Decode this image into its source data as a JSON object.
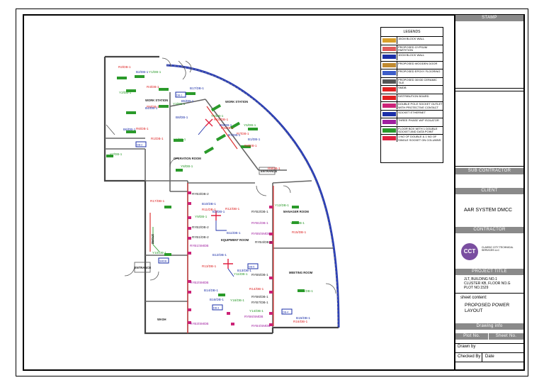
{
  "legend": {
    "title": "LEGENDS",
    "items": [
      {
        "label": "15CM BLOCK WALL",
        "swatch": "#d9a02a"
      },
      {
        "label": "PROPOSED GYPSUM PARTITION",
        "swatch": "#e05a5a"
      },
      {
        "label": "10CM BLOCK WALL",
        "swatch": "#1b2fa8"
      },
      {
        "label": "PROPOSED WOODEN DOOR",
        "swatch": "#c08a30"
      },
      {
        "label": "PROPOSED EPOXY FLOORING",
        "swatch": "#3d5ec9"
      },
      {
        "label": "PROPOSED 30X30 CERAMIC TILE",
        "swatch": "#555555"
      },
      {
        "label": "SMDB",
        "swatch": "#e02020"
      },
      {
        "label": "DISTRIBUTION BOARD",
        "swatch": "#e02020"
      },
      {
        "label": "DOUBLE POLE SOCKET OUTLET WITH PROTECTIVE CONTACT",
        "swatch": "#cc2277"
      },
      {
        "label": "SOCKET ETHERNET",
        "swatch": "#1b2fa8"
      },
      {
        "label": "THREE PHASE W/P ISOLATOR",
        "swatch": "#a020a0"
      },
      {
        "label": "FLOOR BOX WITH 1 DOUBLE SOCKET AND DATA POINT",
        "swatch": "#2a9a2a"
      },
      {
        "label": "1 NO OF DOUBLE & 1 NO OF SINGLE SOCKET ON COLUMNS",
        "swatch": "#e02040"
      }
    ]
  },
  "title_block": {
    "stamp": "STAMP",
    "sub_contractor": "SUB CONTRACTOR",
    "client_header": "CLIENT",
    "client": "AAR SYSTEM DMCC",
    "contractor_header": "CONTRACTOR",
    "contractor_logo": "CCT",
    "contractor_name": "CLASSIC CITY TECHNICAL SERVICES LLC",
    "project_title_header": "PROJECT TITLE",
    "project_title_1": "JLT, BUILDING NO.1",
    "project_title_2": "CLUSTER KB, FLOOR NO.G",
    "project_title_3": "PLOT NO.1529",
    "sheet_content_label": "sheet content:",
    "sheet_content_1": "PROPOSED POWER",
    "sheet_content_2": "LAYOUT",
    "drawing_info": "Drawing info",
    "plot_no": "Plot No.",
    "sheet_no": "Sheet No.",
    "drawn_by": "Drawn by",
    "checked_by": "Checked By",
    "date": "Date"
  },
  "rooms": {
    "work_station_1": "WORK STATION",
    "work_station_2": "WORK STATION",
    "operation_room": "OPERATION ROOM",
    "equipment_room": "EQUIPMENT ROOM",
    "manager_room": "MANAGER ROOM",
    "meeting_room": "MEETING ROOM",
    "entrance": "ENTRANCE",
    "entrance_2": "ENTRANCE",
    "store": "STORE",
    "wash": "WASH"
  },
  "labels_red": [
    "R2/DB-1",
    "R3/DB-1",
    "R4/DB-1",
    "R5/DB-1",
    "R6/DB-1",
    "R1/DB-1",
    "R10/DB-1",
    "R11/DB-1",
    "R12/DB-1",
    "R13/DB-1",
    "R14/DB-1",
    "R15/DB-1",
    "R16/DB-1",
    "R7/DB-1",
    "R8/DB-1",
    "R9/DB-1",
    "R17/DB-1"
  ],
  "labels_green": [
    "Y1/DB-1",
    "Y2/DB-1",
    "Y3/DB-1",
    "Y4/DB-1",
    "Y5/DB-1",
    "Y6/DB-1",
    "Y7/DB-1",
    "Y8/DB-1",
    "Y9/DB-1",
    "Y10/DB-1",
    "Y11/DB-1",
    "Y12/DB-1",
    "Y13/DB-1",
    "Y14/DB-1",
    "Y15/DB-1",
    "Y16/DB-1"
  ],
  "labels_blue": [
    "B1/DB-1",
    "B2/DB-1",
    "B3/DB-1",
    "B4/DB-1",
    "B5/DB-1",
    "B6/DB-1",
    "B7/DB-1",
    "B8/DB-1",
    "B9/DB-1",
    "B10/DB-1",
    "B11/DB-1",
    "B12/DB-1",
    "B13/DB-1",
    "B14/DB-1",
    "B15/DB-1",
    "B16/DB-1",
    "B17/DB-1"
  ],
  "labels_ryb": [
    "RYB3/DB-2",
    "RYB2/DB-2",
    "RYB1/DB-2",
    "RYB1/SMDB",
    "RYB2/SMDB",
    "RYB3/SMDB",
    "RYB4/DB-2",
    "RYB5/DB-1",
    "RYB6/DB-1",
    "RYB7/DB-1",
    "RYB5/SMDB",
    "RYB6/SMDB",
    "RYB4/SMDB",
    "RYB1/DB-1",
    "RYB2/DB-1"
  ],
  "db_tags": [
    "DB-1",
    "DB-2",
    "SMDB",
    "DB-3",
    "DB-4",
    "DB-5"
  ]
}
